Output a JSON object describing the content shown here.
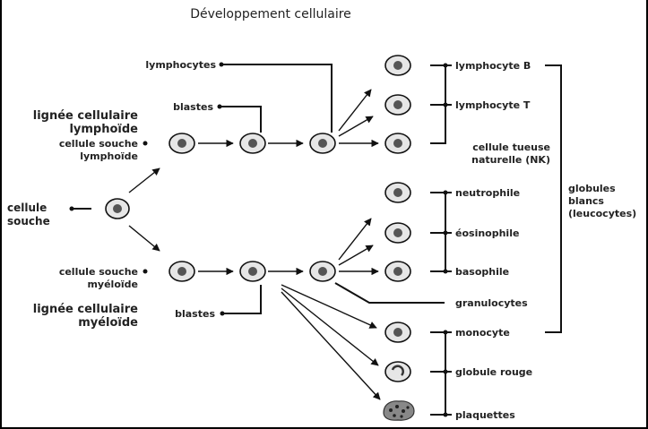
{
  "title": "Développement cellulaire",
  "labels": {
    "lymphocytes": "lymphocytes",
    "blastes_top": "blastes",
    "lignee_lymph_1": "lignée cellulaire",
    "lignee_lymph_2": "lymphoïde",
    "cs_lymph_1": "cellule souche",
    "cs_lymph_2": "lymphoïde",
    "cellule_souche_1": "cellule",
    "cellule_souche_2": "souche",
    "cs_myel_1": "cellule souche",
    "cs_myel_2": "myéloïde",
    "lignee_myel_1": "lignée cellulaire",
    "lignee_myel_2": "myéloïde",
    "blastes_bottom": "blastes",
    "lymphocyte_b": "lymphocyte B",
    "lymphocyte_t": "lymphocyte T",
    "nk_1": "cellule tueuse",
    "nk_2": "naturelle (NK)",
    "neutrophile": "neutrophile",
    "eosinophile": "éosinophile",
    "basophile": "basophile",
    "granulocytes": "granulocytes",
    "monocyte": "monocyte",
    "globule_rouge": "globule rouge",
    "plaquettes": "plaquettes",
    "globules_1": "globules",
    "globules_2": "blancs",
    "globules_3": "(leucocytes)"
  }
}
